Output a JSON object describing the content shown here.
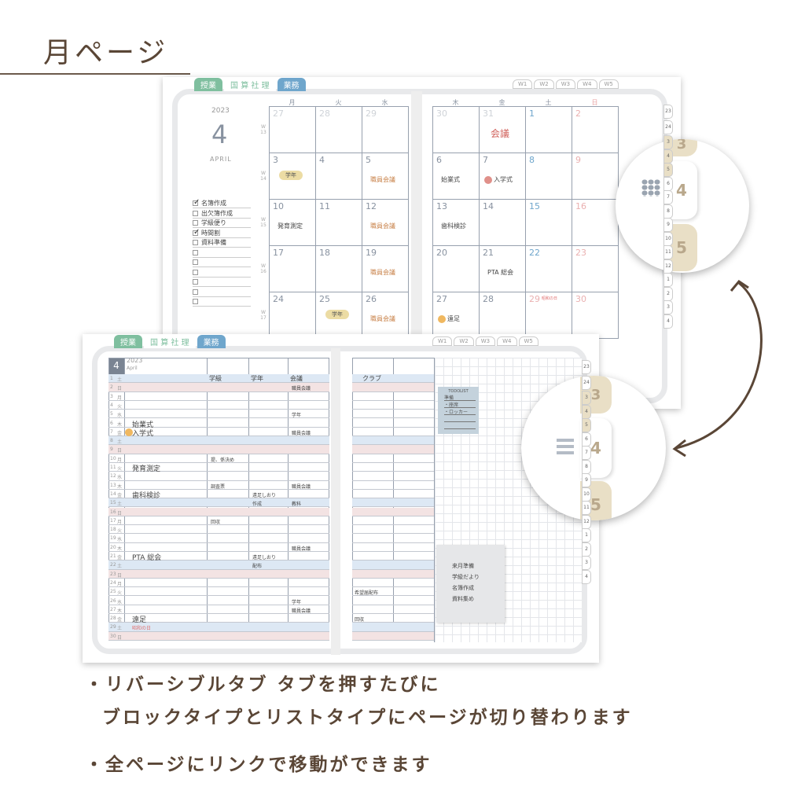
{
  "title": "月ページ",
  "tabs": {
    "lesson": "授業",
    "subjects": [
      "国",
      "算",
      "社",
      "理"
    ],
    "work": "業務",
    "weeks": [
      "W1",
      "W2",
      "W3",
      "W4",
      "W5"
    ]
  },
  "month": {
    "year": "2023",
    "number": "4",
    "name": "APRIL",
    "name_short": "April"
  },
  "weekdays_left": [
    "月",
    "火",
    "水"
  ],
  "weekdays_right": [
    "木",
    "金",
    "土",
    "日"
  ],
  "week_numbers": [
    "W 13",
    "W 14",
    "W 15",
    "W 16",
    "W 17"
  ],
  "calendar_left": [
    [
      {
        "d": "27",
        "dim": true
      },
      {
        "d": "28",
        "dim": true
      },
      {
        "d": "29",
        "dim": true
      }
    ],
    [
      {
        "d": "3",
        "badge": "学年"
      },
      {
        "d": "4"
      },
      {
        "d": "5",
        "ev": "職員会議",
        "color": "#c9834b"
      }
    ],
    [
      {
        "d": "10",
        "ev": "発育測定",
        "color": "#444"
      },
      {
        "d": "11"
      },
      {
        "d": "12",
        "ev": "職員会議",
        "color": "#c9834b"
      }
    ],
    [
      {
        "d": "17"
      },
      {
        "d": "18"
      },
      {
        "d": "19",
        "ev": "職員会議",
        "color": "#c9834b"
      }
    ],
    [
      {
        "d": "24"
      },
      {
        "d": "25",
        "badge": "学年"
      },
      {
        "d": "26",
        "ev": "職員会議",
        "color": "#c9834b"
      }
    ]
  ],
  "calendar_right": [
    [
      {
        "d": "30",
        "dim": true
      },
      {
        "d": "31",
        "dim": true,
        "ev": "会議",
        "color": "#d0605a",
        "big": true
      },
      {
        "d": "1",
        "sat": true
      },
      {
        "d": "2",
        "sun": true
      }
    ],
    [
      {
        "d": "6",
        "ev": "始業式",
        "color": "#444"
      },
      {
        "d": "7",
        "ev": "入学式",
        "color": "#444",
        "dot": "#e0908a"
      },
      {
        "d": "8",
        "sat": true
      },
      {
        "d": "9",
        "sun": true
      }
    ],
    [
      {
        "d": "13",
        "ev": "歯科検診",
        "color": "#444"
      },
      {
        "d": "14"
      },
      {
        "d": "15",
        "sat": true
      },
      {
        "d": "16",
        "sun": true
      }
    ],
    [
      {
        "d": "20"
      },
      {
        "d": "21",
        "ev": "PTA 総会",
        "color": "#444"
      },
      {
        "d": "22",
        "sat": true
      },
      {
        "d": "23",
        "sun": true
      }
    ],
    [
      {
        "d": "27",
        "ev": "遠足",
        "color": "#444",
        "dot": "#f0b860"
      },
      {
        "d": "28"
      },
      {
        "d": "29",
        "sun": true,
        "note": "昭和の日"
      },
      {
        "d": "30",
        "sun": true
      }
    ]
  ],
  "checklist": [
    {
      "label": "名簿作成",
      "checked": true
    },
    {
      "label": "出欠簿作成",
      "checked": false
    },
    {
      "label": "学級便り",
      "checked": false
    },
    {
      "label": "時間割",
      "checked": true
    },
    {
      "label": "資料準備",
      "checked": false
    },
    {
      "label": "",
      "checked": false
    },
    {
      "label": "",
      "checked": false
    },
    {
      "label": "",
      "checked": false
    },
    {
      "label": "",
      "checked": false
    },
    {
      "label": "",
      "checked": false
    },
    {
      "label": "",
      "checked": false
    }
  ],
  "list_headers": [
    "学級",
    "学年",
    "会議"
  ],
  "list_right_header": "クラブ",
  "list_rows": [
    [
      "1",
      "土",
      "",
      "",
      "",
      ""
    ],
    [
      "2",
      "日",
      "",
      "",
      "",
      "職員会議"
    ],
    [
      "3",
      "月",
      "",
      "",
      "",
      ""
    ],
    [
      "4",
      "火",
      "",
      "",
      "",
      ""
    ],
    [
      "5",
      "水",
      "",
      "",
      "",
      "学年"
    ],
    [
      "6",
      "木",
      "始業式",
      "",
      "",
      ""
    ],
    [
      "7",
      "金",
      "入学式",
      "",
      "",
      "職員会議"
    ],
    [
      "8",
      "土",
      "",
      "",
      "",
      ""
    ],
    [
      "9",
      "日",
      "",
      "",
      "",
      ""
    ],
    [
      "10",
      "月",
      "",
      "提、係決め",
      "",
      ""
    ],
    [
      "11",
      "火",
      "発育測定",
      "",
      "",
      ""
    ],
    [
      "12",
      "水",
      "",
      "",
      "",
      ""
    ],
    [
      "13",
      "木",
      "",
      "調査票",
      "",
      "職員会議"
    ],
    [
      "14",
      "金",
      "歯科検診",
      "",
      "遠足しおり",
      ""
    ],
    [
      "15",
      "土",
      "",
      "",
      "作成",
      "教科"
    ],
    [
      "16",
      "日",
      "",
      "",
      "",
      ""
    ],
    [
      "17",
      "月",
      "",
      "回収",
      "",
      ""
    ],
    [
      "18",
      "火",
      "",
      "",
      "",
      ""
    ],
    [
      "19",
      "水",
      "",
      "",
      "",
      ""
    ],
    [
      "20",
      "木",
      "",
      "",
      "",
      "職員会議"
    ],
    [
      "21",
      "金",
      "PTA 総会",
      "",
      "遠足しおり",
      ""
    ],
    [
      "22",
      "土",
      "",
      "",
      "配布",
      ""
    ],
    [
      "23",
      "日",
      "",
      "",
      "",
      ""
    ],
    [
      "24",
      "月",
      "",
      "",
      "",
      ""
    ],
    [
      "25",
      "火",
      "",
      "",
      "",
      ""
    ],
    [
      "26",
      "水",
      "",
      "",
      "",
      "学年"
    ],
    [
      "27",
      "木",
      "",
      "",
      "",
      "職員会議"
    ],
    [
      "28",
      "金",
      "遠足",
      "",
      "",
      ""
    ],
    [
      "29",
      "土",
      "昭和の日",
      "",
      "",
      ""
    ],
    [
      "30",
      "日",
      "",
      "",
      "",
      ""
    ]
  ],
  "list_right_rows": {
    "25": "希望届配布",
    "28": "回収"
  },
  "todo_note": {
    "title": "TODOLIST",
    "items": [
      "準備",
      "・座席",
      "・ロッカー",
      "",
      ""
    ]
  },
  "memo_note": [
    "来月準備",
    "学級だより",
    "名簿作成",
    "資料集め"
  ],
  "side_tabs_top": [
    "23",
    "24"
  ],
  "side_tabs_months": [
    "3",
    "4",
    "5",
    "6",
    "7",
    "8",
    "9",
    "10",
    "11",
    "12",
    "1",
    "2",
    "3",
    "4"
  ],
  "zoom_tabs": [
    "3",
    "4",
    "5"
  ],
  "captions": [
    "・リバーシブルタブ タブを押すたびに",
    "ブロックタイプとリストタイプにページが切り替わります",
    "・全ページにリンクで移動ができます"
  ],
  "colors": {
    "brown": "#5a4636",
    "lesson_tab": "#7fbf9f",
    "work_tab": "#6fa6cc",
    "tab_beige": "#e9dfc6",
    "sat_row": "#dde8f4",
    "sun_row": "#f3e3e3",
    "grid": "#97a0ae"
  }
}
